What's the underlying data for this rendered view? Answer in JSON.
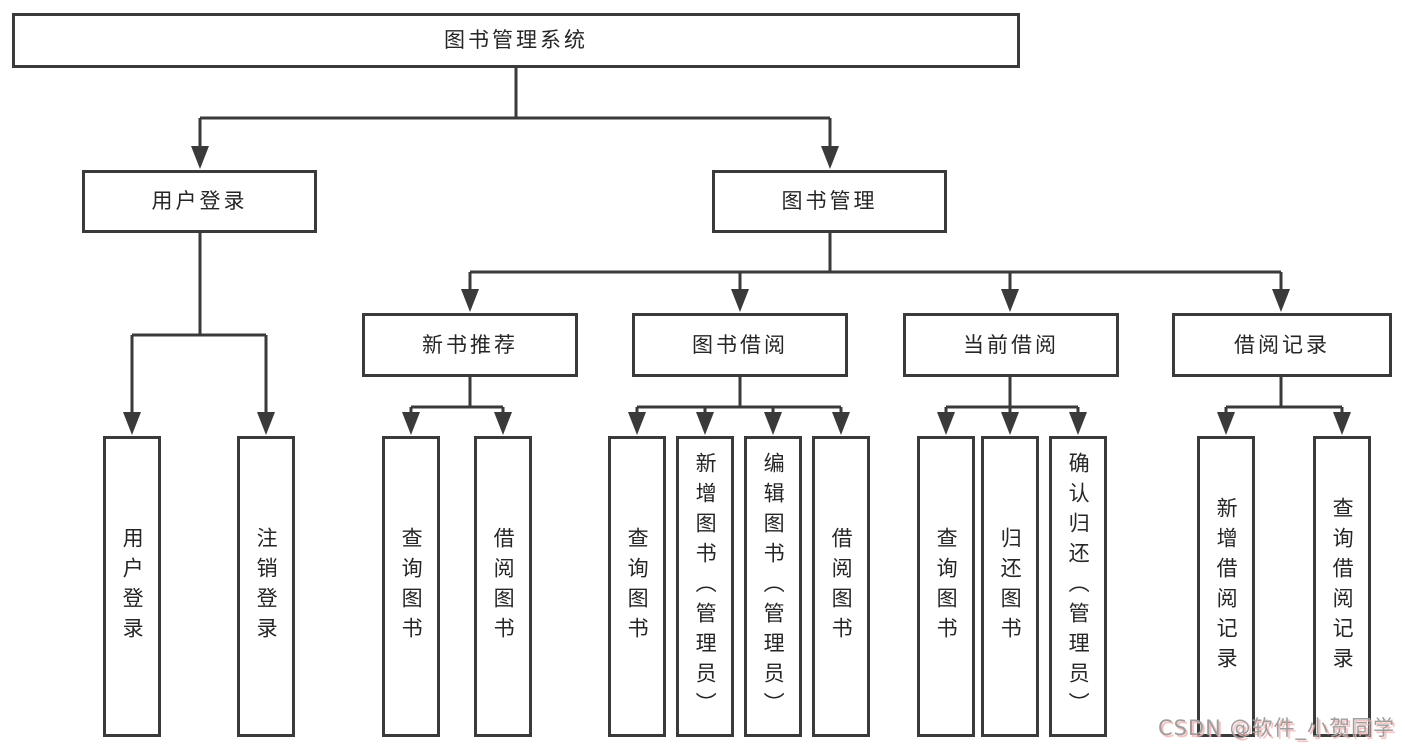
{
  "tree": {
    "label": "图书管理系统",
    "children": [
      {
        "label": "用户登录",
        "children": [
          {
            "label": "用户登录"
          },
          {
            "label": "注销登录"
          }
        ]
      },
      {
        "label": "图书管理",
        "children": [
          {
            "label": "新书推荐",
            "children": [
              {
                "label": "查询图书"
              },
              {
                "label": "借阅图书"
              }
            ]
          },
          {
            "label": "图书借阅",
            "children": [
              {
                "label": "查询图书"
              },
              {
                "label": "新增图书（管理员）"
              },
              {
                "label": "编辑图书（管理员）"
              },
              {
                "label": "借阅图书"
              }
            ]
          },
          {
            "label": "当前借阅",
            "children": [
              {
                "label": "查询图书"
              },
              {
                "label": "归还图书"
              },
              {
                "label": "确认归还（管理员）"
              }
            ]
          },
          {
            "label": "借阅记录",
            "children": [
              {
                "label": "新增借阅记录"
              },
              {
                "label": "查询借阅记录"
              }
            ]
          }
        ]
      }
    ]
  },
  "watermark": {
    "text": "CSDN @软件_小贺同学"
  },
  "colors": {
    "line": "#3a3a3a",
    "box-border": "#3a3a3a",
    "box-bg": "#ffffff",
    "text": "#262626",
    "watermark": "#9e9e9e",
    "watermark-shadow": "#f2b9b9",
    "canvas-bg": "#ffffff"
  }
}
